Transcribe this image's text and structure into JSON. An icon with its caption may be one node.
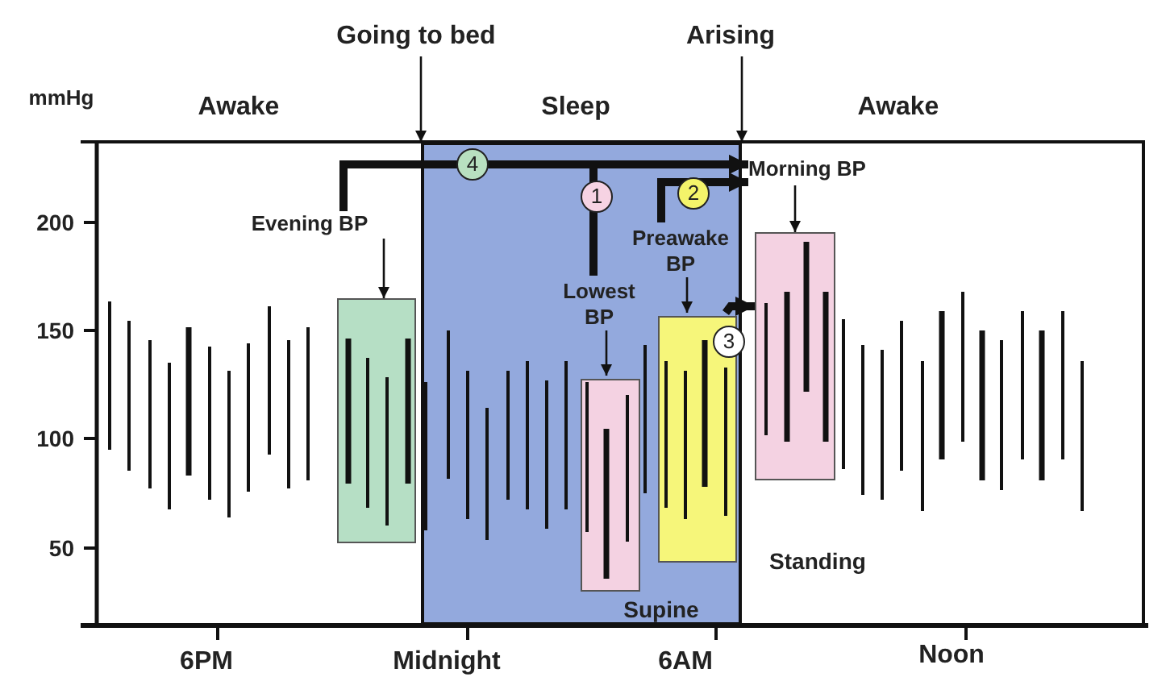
{
  "diagram": {
    "nodes": [
      {
        "text": [
          "Going to bed"
        ]
      },
      {
        "text": [
          "Arising"
        ]
      },
      {
        "text": [
          "Sleep",
          "Supine"
        ]
      },
      {
        "text": [
          "Evening BP"
        ]
      },
      {
        "text": [],
        "shape": "box"
      },
      {
        "text": [
          "Lowest BP"
        ],
        "in": 2
      },
      {
        "text": [],
        "shape": "box",
        "in": 2
      },
      {
        "text": [
          "Preawake BP"
        ],
        "in": 2
      },
      {
        "text": [],
        "shape": "box",
        "in": 2
      },
      {
        "text": [
          "Morning BP"
        ]
      },
      {
        "text": [],
        "shape": "box"
      }
    ],
    "edges": [
      {
        "from": 0,
        "to": 2,
        "arrow": "to"
      },
      {
        "from": 1,
        "to": 2,
        "arrow": "to"
      },
      {
        "from": 3,
        "to": 4,
        "arrow": "to"
      },
      {
        "from": 5,
        "to": 6,
        "arrow": "to"
      },
      {
        "from": 7,
        "to": 8,
        "arrow": "to"
      },
      {
        "from": 9,
        "to": 10,
        "arrow": "to"
      },
      {
        "from": 3,
        "to": 9,
        "arrow": "to",
        "label": "4",
        "style": "thick"
      },
      {
        "from": 5,
        "to": 9,
        "arrow": "to",
        "label": "1",
        "style": "thick"
      },
      {
        "from": 7,
        "to": 9,
        "arrow": "to",
        "label": "2",
        "style": "thick"
      },
      {
        "from": 8,
        "to": 10,
        "arrow": "to",
        "label": "3",
        "style": "thick"
      }
    ],
    "labels": [
      "mmHg",
      "Awake",
      "Awake",
      "200",
      "150",
      "100",
      "50",
      "Standing",
      "6PM",
      "Midnight",
      "6AM",
      "Noon"
    ]
  }
}
